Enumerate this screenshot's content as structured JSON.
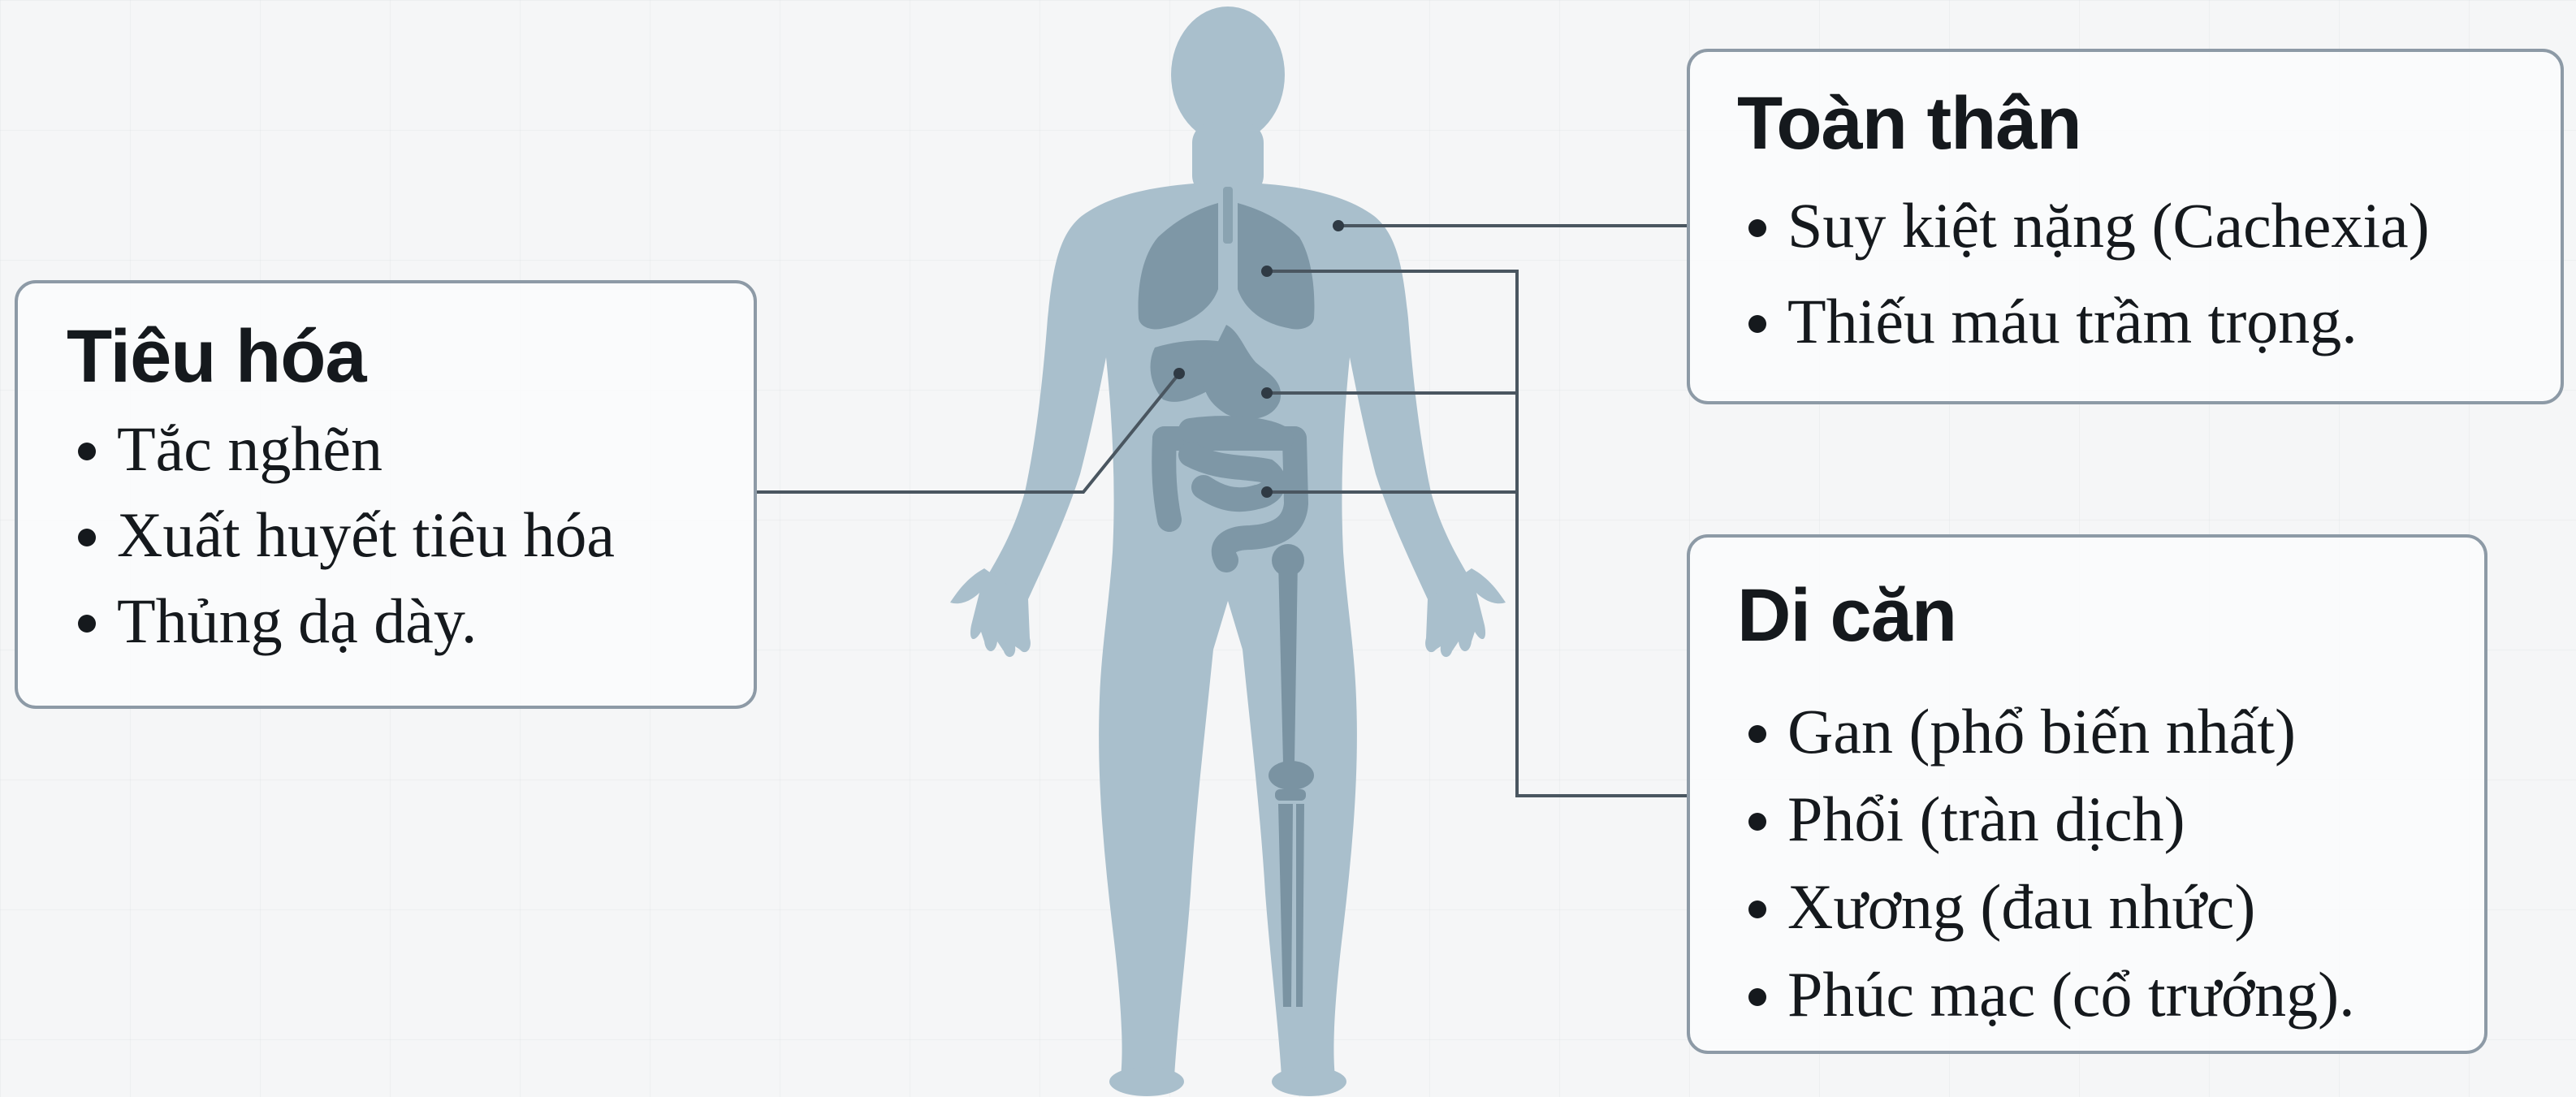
{
  "panels": {
    "tieu_hoa": {
      "title": "Tiêu hóa",
      "items": [
        "Tắc nghẽn",
        "Xuất huyết tiêu hóa",
        "Thủng dạ dày."
      ]
    },
    "toan_than": {
      "title": "Toàn thân",
      "items": [
        "Suy kiệt nặng (Cachexia)",
        "Thiếu máu trầm trọng."
      ]
    },
    "di_can": {
      "title": "Di căn",
      "items": [
        "Gan (phổ biến nhất)",
        "Phổi (tràn dịch)",
        "Xương (đau nhức)",
        "Phúc mạc (cổ trướng)."
      ]
    }
  },
  "colors": {
    "background": "#f5f6f7",
    "body_silhouette": "#a9bfcc",
    "organs": "#7e97a6",
    "bones": "#7a93a2",
    "leader_lines": "#4a5660",
    "panel_border": "#8d9aa6",
    "text": "#15191d"
  },
  "icons": [
    "human-body-silhouette",
    "lungs-icon",
    "stomach-icon",
    "liver-icon",
    "intestines-icon",
    "leg-bone-icon"
  ]
}
